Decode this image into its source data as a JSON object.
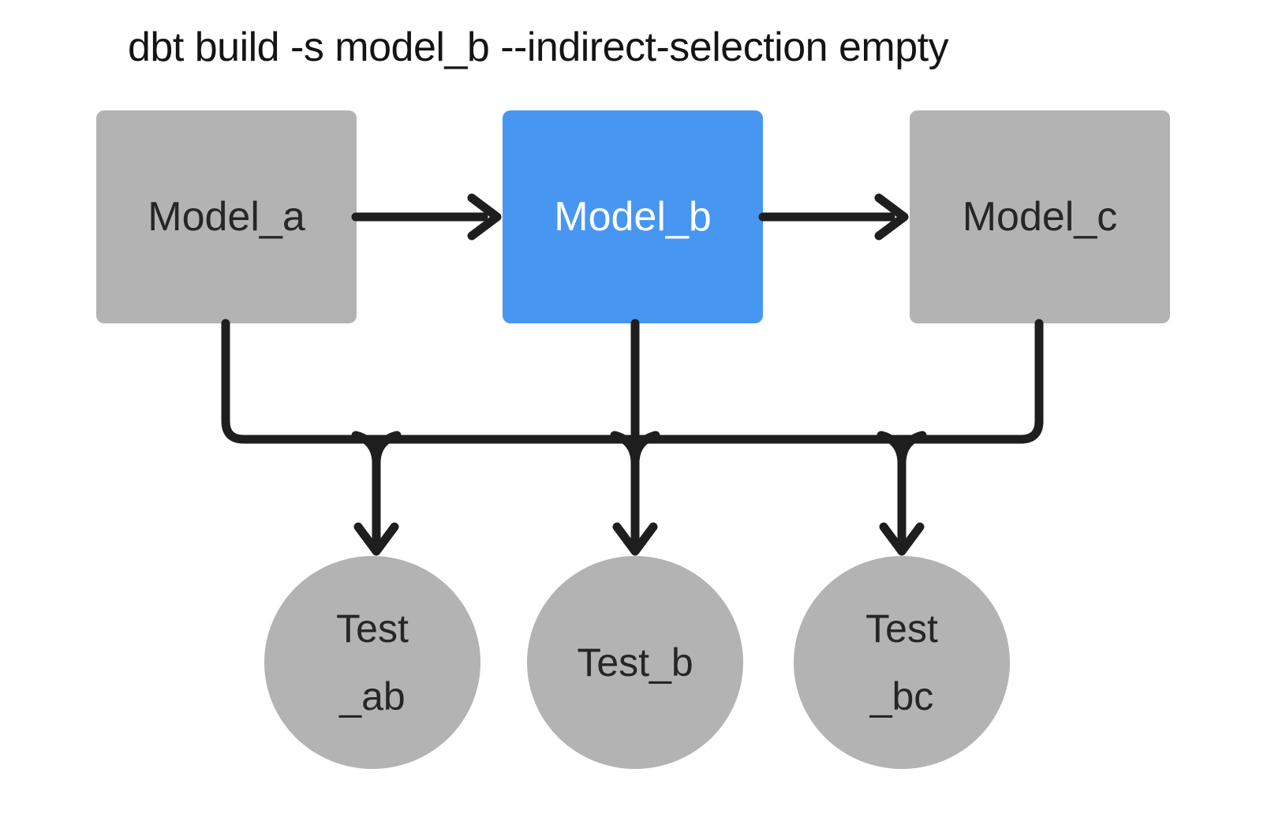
{
  "title": "dbt build -s model_b --indirect-selection empty",
  "colors": {
    "background": "#ffffff",
    "node_gray": "#b3b3b3",
    "node_selected_blue": "#4797f2",
    "edge_black": "#1e1e1e",
    "text_dark": "#262626",
    "text_on_blue": "#ffffff",
    "title_text": "#141414"
  },
  "diagram": {
    "models": [
      {
        "id": "model_a",
        "label": "Model_a",
        "selected": false
      },
      {
        "id": "model_b",
        "label": "Model_b",
        "selected": true
      },
      {
        "id": "model_c",
        "label": "Model_c",
        "selected": false
      }
    ],
    "tests": [
      {
        "id": "test_ab",
        "line1": "Test",
        "line2": "_ab"
      },
      {
        "id": "test_b",
        "line1": "Test_b"
      },
      {
        "id": "test_bc",
        "line1": "Test",
        "line2": "_bc"
      }
    ],
    "edges": {
      "model_flow": [
        {
          "from": "Model_a",
          "to": "Model_b"
        },
        {
          "from": "Model_b",
          "to": "Model_c"
        }
      ],
      "test_rail": {
        "sources": [
          "Model_a",
          "Model_b",
          "Model_c"
        ],
        "targets": [
          "Test_ab",
          "Test_b",
          "Test_bc"
        ]
      }
    }
  }
}
